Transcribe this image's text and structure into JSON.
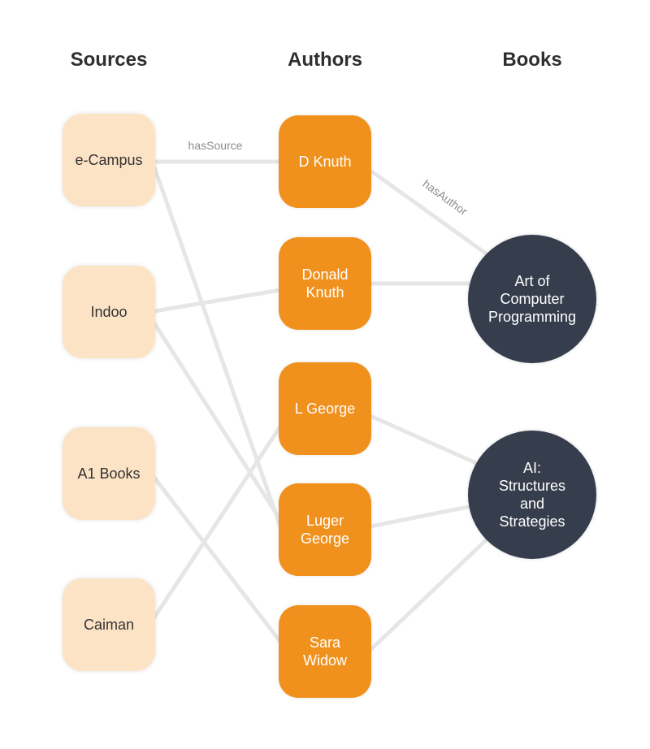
{
  "headers": {
    "sources": "Sources",
    "authors": "Authors",
    "books": "Books"
  },
  "sources": [
    {
      "id": "s1",
      "label": "e-Campus"
    },
    {
      "id": "s2",
      "label": "Indoo"
    },
    {
      "id": "s3",
      "label": "A1 Books"
    },
    {
      "id": "s4",
      "label": "Caiman"
    }
  ],
  "authors": [
    {
      "id": "a1",
      "label": "D Knuth"
    },
    {
      "id": "a2",
      "label": "Donald\nKnuth"
    },
    {
      "id": "a3",
      "label": "L George"
    },
    {
      "id": "a4",
      "label": "Luger\nGeorge"
    },
    {
      "id": "a5",
      "label": "Sara\nWidow"
    }
  ],
  "books": [
    {
      "id": "b1",
      "label": "Art of\nComputer\nProgramming"
    },
    {
      "id": "b2",
      "label": "AI:\nStructures\nand\nStrategies"
    }
  ],
  "edge_labels": {
    "has_source": "hasSource",
    "has_author": "hasAuthor"
  },
  "edges": [
    {
      "from": "s1",
      "to": "a1"
    },
    {
      "from": "s1",
      "to": "a4"
    },
    {
      "from": "s2",
      "to": "a2"
    },
    {
      "from": "s2",
      "to": "a4"
    },
    {
      "from": "s3",
      "to": "a5"
    },
    {
      "from": "s4",
      "to": "a3"
    },
    {
      "from": "a1",
      "to": "b1"
    },
    {
      "from": "a2",
      "to": "b1"
    },
    {
      "from": "a3",
      "to": "b2"
    },
    {
      "from": "a4",
      "to": "b2"
    },
    {
      "from": "a5",
      "to": "b2"
    }
  ],
  "colors": {
    "source_fill": "#fde3c6",
    "author_fill": "#f0911e",
    "book_fill": "#363d4c",
    "edge": "#e6e6e6"
  }
}
